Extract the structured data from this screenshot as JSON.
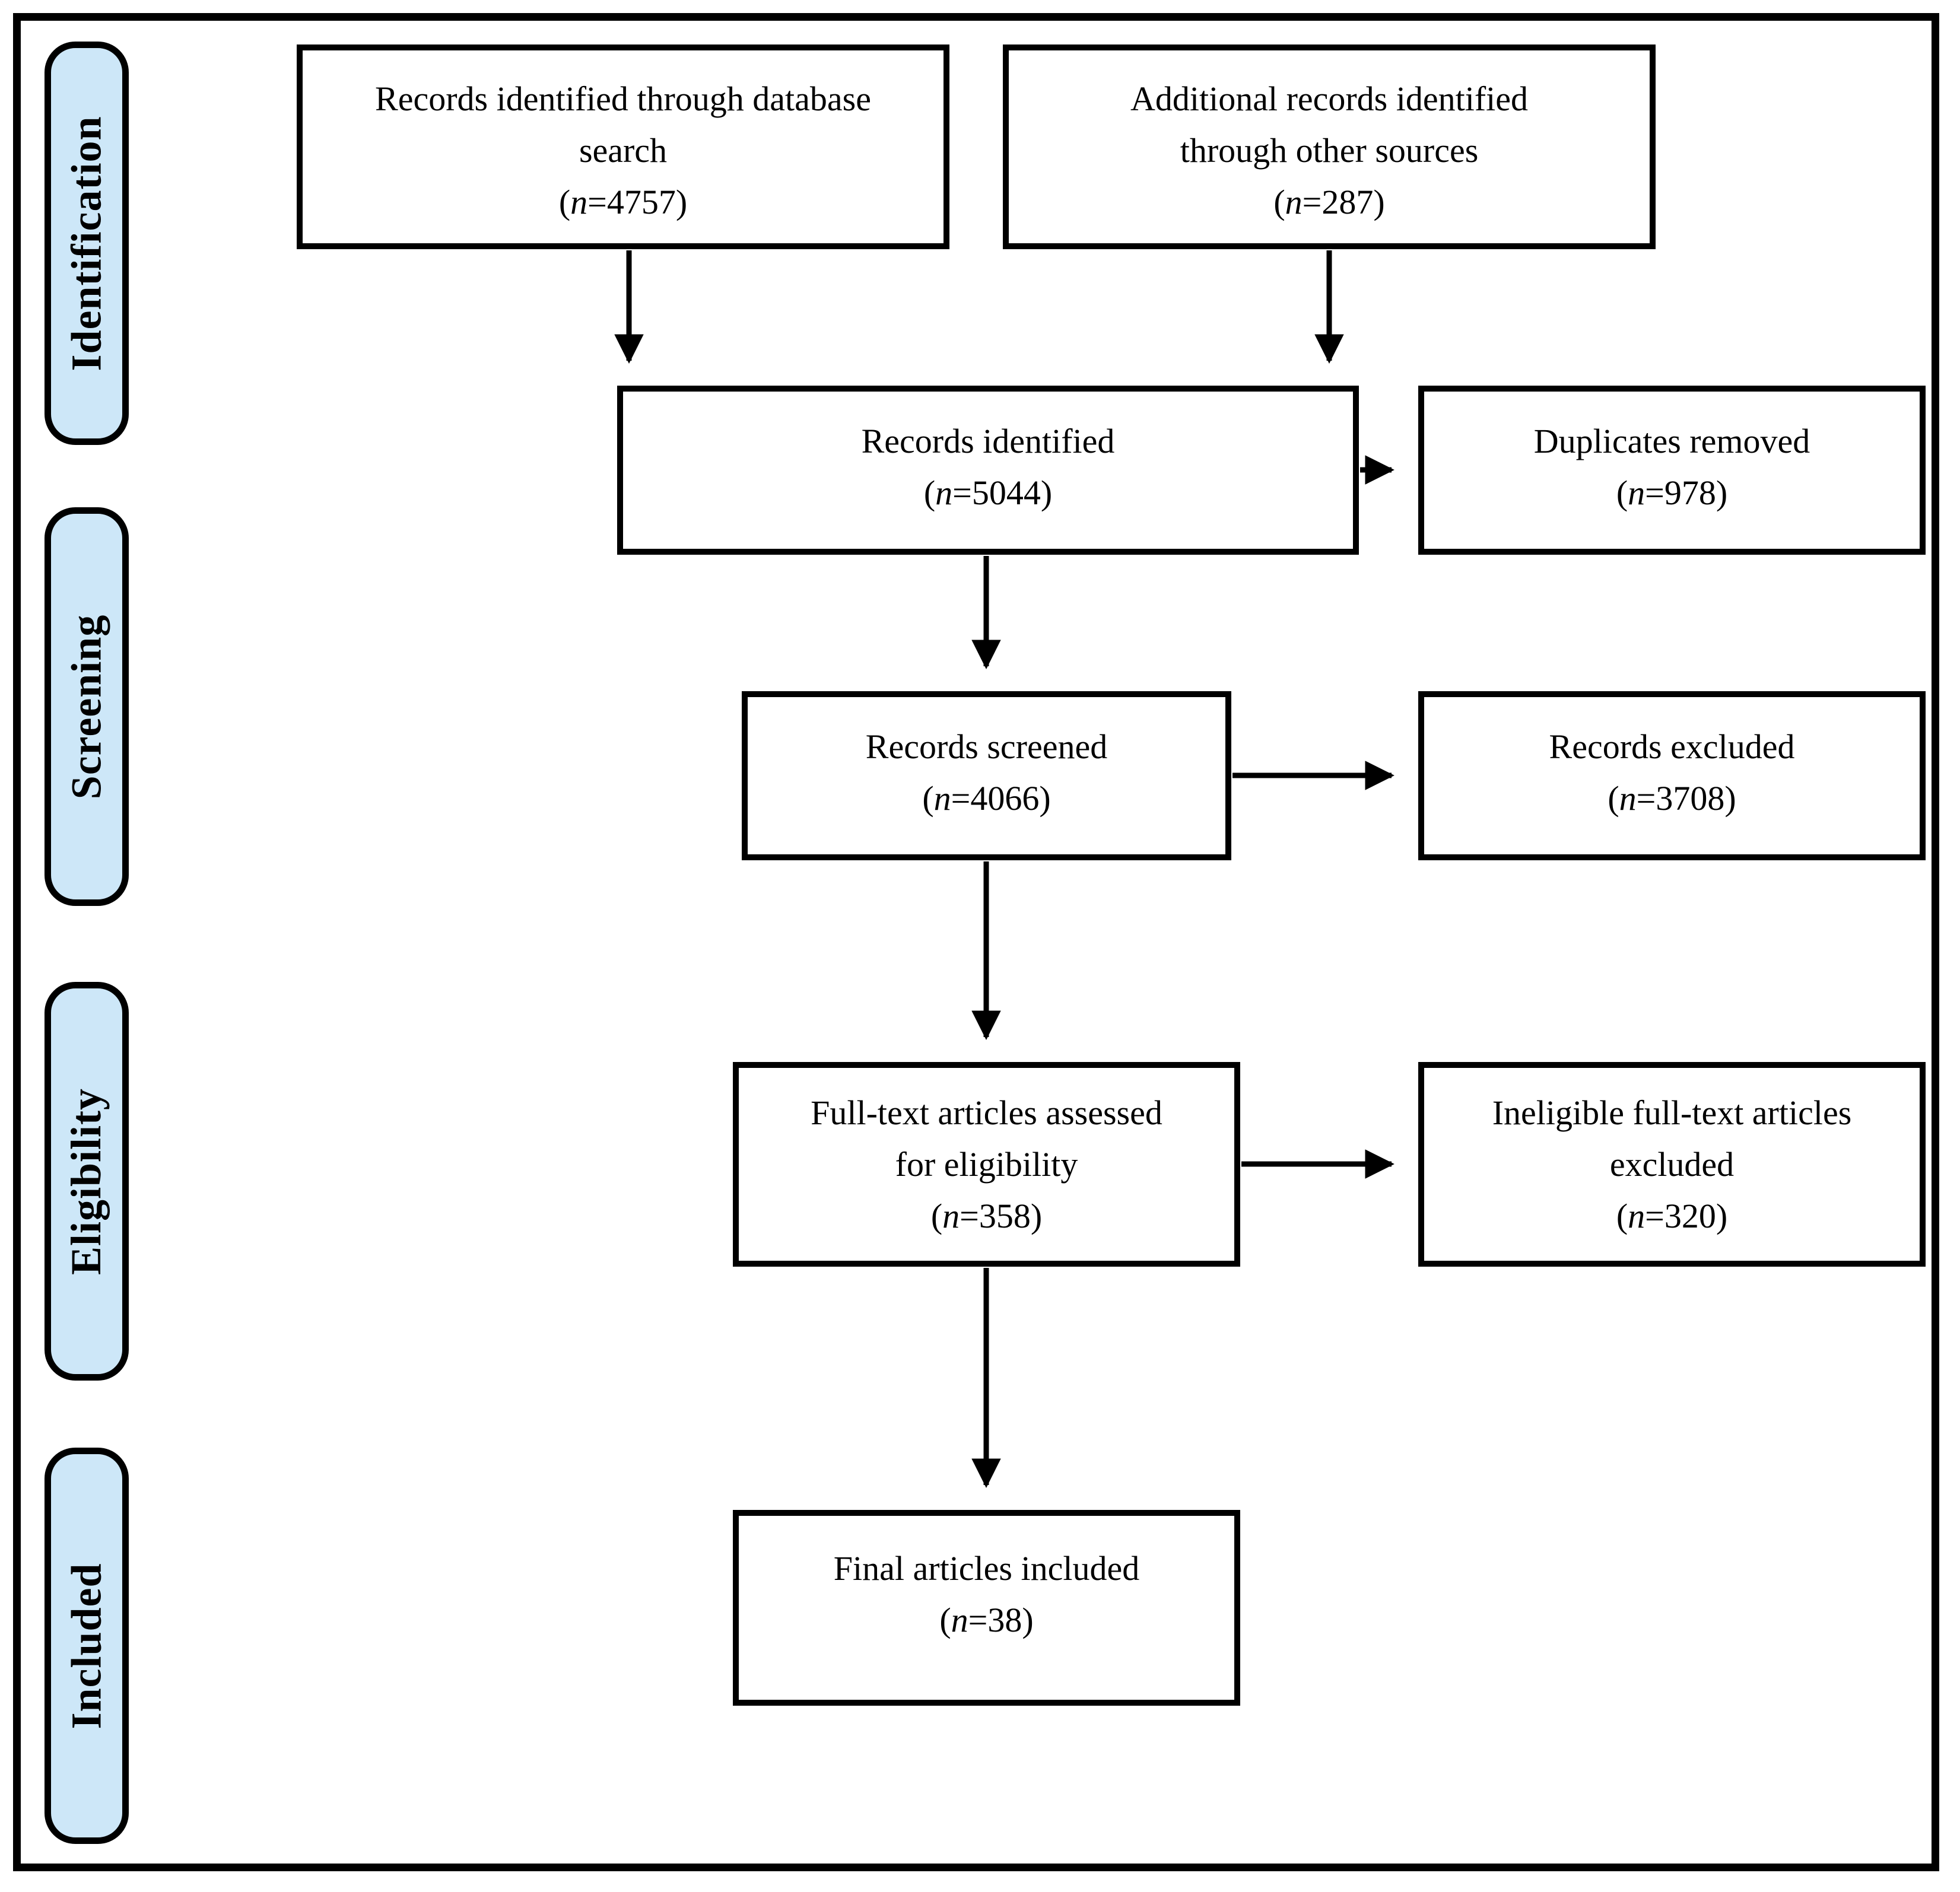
{
  "diagram": {
    "type": "prisma-flow",
    "colors": {
      "stage_fill": "#cde7f8",
      "line_color": "#000000",
      "box_fill": "#ffffff",
      "background": "#ffffff"
    },
    "stages": [
      {
        "label": "Identification"
      },
      {
        "label": "Screening"
      },
      {
        "label": "Eligibility"
      },
      {
        "label": "Included"
      }
    ],
    "boxes": {
      "db_search": {
        "lines": [
          "Records identified through database",
          "search"
        ],
        "n_text": "(n=4757)"
      },
      "other_sources": {
        "lines": [
          "Additional records identified",
          "through other sources"
        ],
        "n_text": "(n=287)"
      },
      "records_identified": {
        "lines": [
          "Records identified"
        ],
        "n_text": "(n=5044)"
      },
      "duplicates_removed": {
        "lines": [
          "Duplicates removed"
        ],
        "n_text": "(n=978)"
      },
      "records_screened": {
        "lines": [
          "Records screened"
        ],
        "n_text": "(n=4066)"
      },
      "records_excluded": {
        "lines": [
          "Records excluded"
        ],
        "n_text": "(n=3708)"
      },
      "fulltext_assessed": {
        "lines": [
          "Full-text articles assessed",
          "for eligibility"
        ],
        "n_text": "(n=358)"
      },
      "fulltext_excluded": {
        "lines": [
          "Ineligible full-text articles",
          "excluded"
        ],
        "n_text": "(n=320)"
      },
      "final_included": {
        "lines": [
          "Final articles included"
        ],
        "n_text": "(n=38)"
      }
    }
  }
}
